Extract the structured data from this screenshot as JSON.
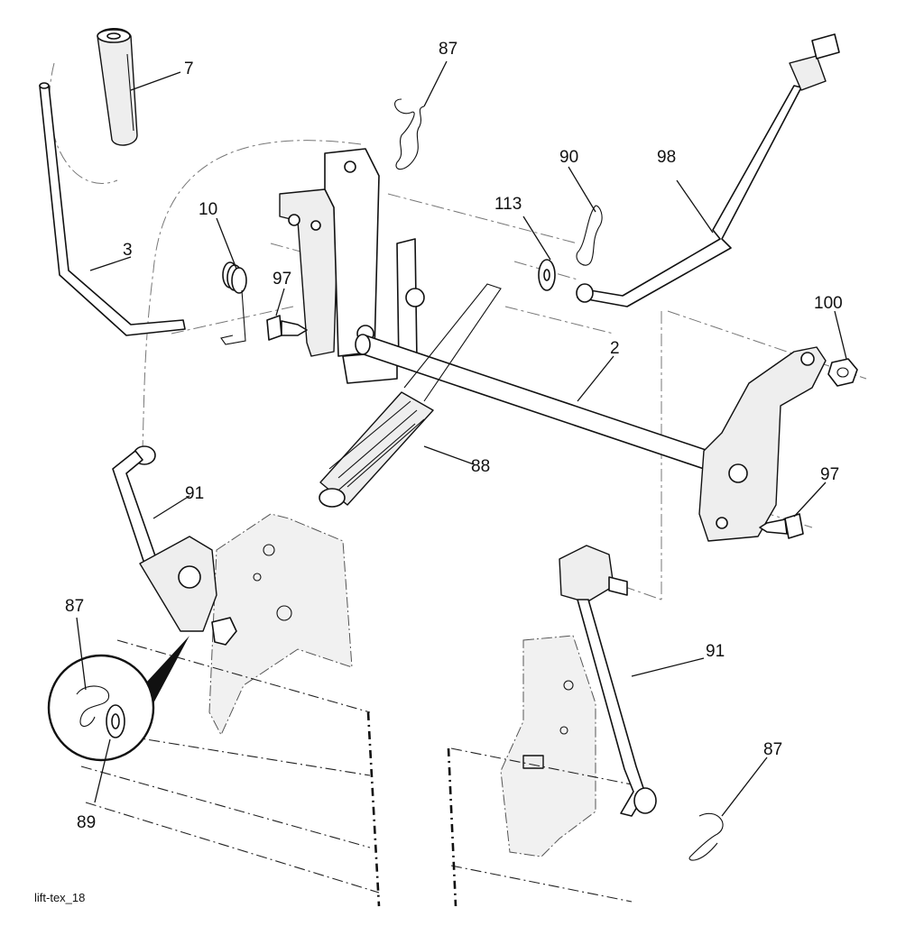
{
  "diagram": {
    "caption": "lift-tex_18",
    "callouts": {
      "c7": "7",
      "c87a": "87",
      "c90": "90",
      "c98": "98",
      "c113": "113",
      "c10": "10",
      "c3": "3",
      "c97a": "97",
      "c100": "100",
      "c2": "2",
      "c88": "88",
      "c97b": "97",
      "c91a": "91",
      "c87b": "87",
      "c91b": "91",
      "c87c": "87",
      "c89": "89"
    }
  }
}
